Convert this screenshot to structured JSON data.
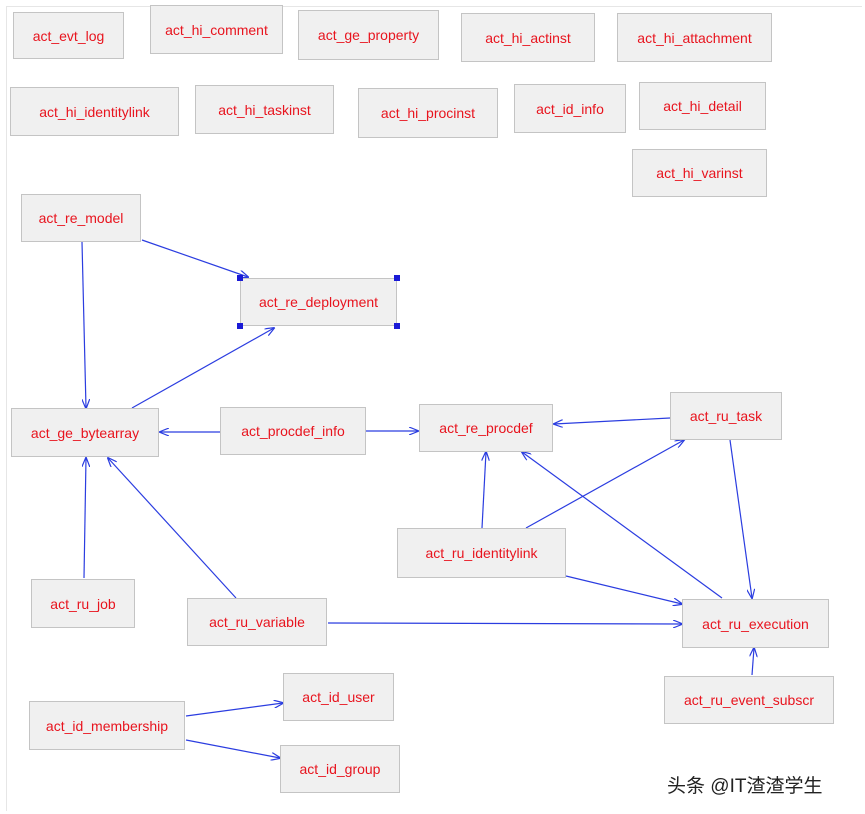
{
  "colors": {
    "node_text": "#e8141e",
    "edge": "#2b3de0",
    "node_bg": "#f0f0f0",
    "node_border": "#c4c4c4"
  },
  "nodes": {
    "act_evt_log": "act_evt_log",
    "act_hi_comment": "act_hi_comment",
    "act_ge_property": "act_ge_property",
    "act_hi_actinst": "act_hi_actinst",
    "act_hi_attachment": "act_hi_attachment",
    "act_hi_identitylink": "act_hi_identitylink",
    "act_hi_taskinst": "act_hi_taskinst",
    "act_hi_procinst": "act_hi_procinst",
    "act_id_info": "act_id_info",
    "act_hi_detail": "act_hi_detail",
    "act_hi_varinst": "act_hi_varinst",
    "act_re_model": "act_re_model",
    "act_re_deployment": "act_re_deployment",
    "act_ge_bytearray": "act_ge_bytearray",
    "act_procdef_info": "act_procdef_info",
    "act_re_procdef": "act_re_procdef",
    "act_ru_task": "act_ru_task",
    "act_ru_identitylink": "act_ru_identitylink",
    "act_ru_job": "act_ru_job",
    "act_ru_variable": "act_ru_variable",
    "act_ru_execution": "act_ru_execution",
    "act_ru_event_subscr": "act_ru_event_subscr",
    "act_id_membership": "act_id_membership",
    "act_id_user": "act_id_user",
    "act_id_group": "act_id_group"
  },
  "edges": [
    {
      "from": "act_re_model",
      "to": "act_re_deployment"
    },
    {
      "from": "act_re_model",
      "to": "act_ge_bytearray"
    },
    {
      "from": "act_ge_bytearray",
      "to": "act_re_deployment"
    },
    {
      "from": "act_procdef_info",
      "to": "act_ge_bytearray"
    },
    {
      "from": "act_procdef_info",
      "to": "act_re_procdef"
    },
    {
      "from": "act_ru_task",
      "to": "act_re_procdef"
    },
    {
      "from": "act_ru_identitylink",
      "to": "act_re_procdef"
    },
    {
      "from": "act_ru_identitylink",
      "to": "act_ru_task"
    },
    {
      "from": "act_ru_identitylink",
      "to": "act_ru_execution"
    },
    {
      "from": "act_ru_execution",
      "to": "act_re_procdef"
    },
    {
      "from": "act_ru_task",
      "to": "act_ru_execution"
    },
    {
      "from": "act_ru_job",
      "to": "act_ge_bytearray"
    },
    {
      "from": "act_ru_variable",
      "to": "act_ge_bytearray"
    },
    {
      "from": "act_ru_variable",
      "to": "act_ru_execution"
    },
    {
      "from": "act_ru_event_subscr",
      "to": "act_ru_execution"
    },
    {
      "from": "act_id_membership",
      "to": "act_id_user"
    },
    {
      "from": "act_id_membership",
      "to": "act_id_group"
    }
  ],
  "selected_node": "act_re_deployment",
  "watermark": "头条 @IT渣渣学生"
}
